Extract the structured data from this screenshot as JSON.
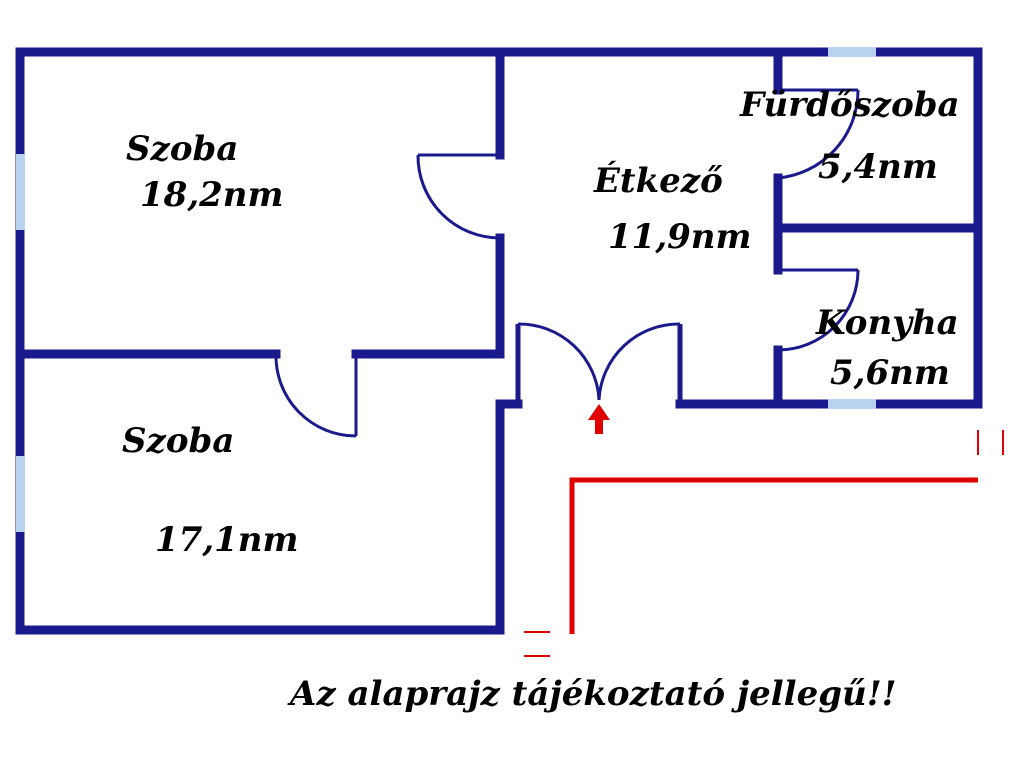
{
  "colors": {
    "wall": "#1a1a8c",
    "window": "#b8d4ef",
    "door": "#1a1a8c",
    "entrance_arrow": "#e00000",
    "corridor_line": "#e00000"
  },
  "rooms": {
    "room_top_left": {
      "name": "Szoba",
      "area": "18,2nm"
    },
    "room_bottom_left": {
      "name": "Szoba",
      "area": "17,1nm"
    },
    "dining": {
      "name": "Étkező",
      "area": "11,9nm"
    },
    "bathroom": {
      "name": "Fürdőszoba",
      "area": "5,4nm"
    },
    "kitchen": {
      "name": "Konyha",
      "area": "5,6nm"
    }
  },
  "note": "Az alaprajz tájékoztató jellegű!!"
}
